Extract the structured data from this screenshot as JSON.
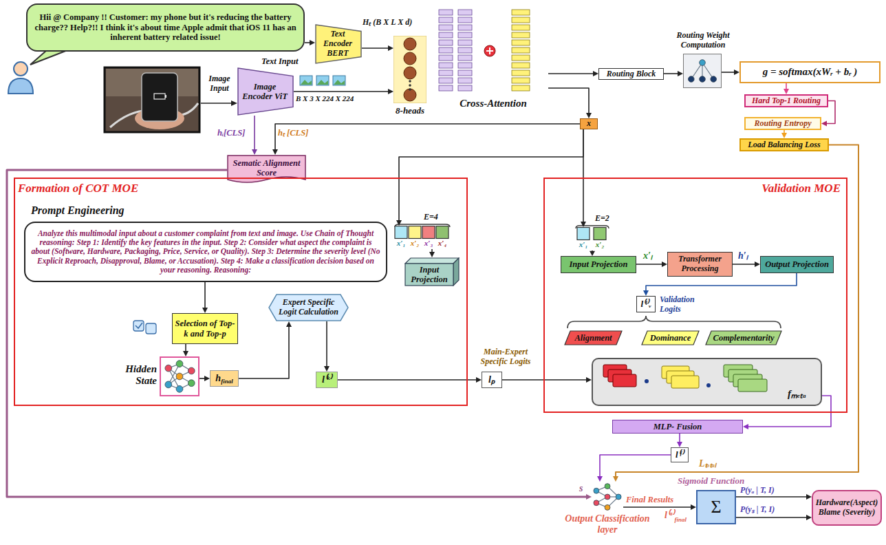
{
  "diagram": {
    "nodes": [
      {
        "text": [
          "Hii @ Company !! Customer: my phone but it's reducing the battery charge?? Help?!! I think it's about time Apple admit that iOS 11 has an inherent battery related issue!"
        ]
      },
      {
        "text": [
          "Text Encoder BERT"
        ]
      },
      {
        "text": [
          "Image Encoder ViT"
        ]
      },
      {
        "text": [
          "8-heads"
        ]
      },
      {
        "text": [
          "Cross-Attention"
        ]
      },
      {
        "text": [
          "Routing Block"
        ]
      },
      {
        "text": [
          "Routing Weight Computation"
        ]
      },
      {
        "text": [
          "g = softmax(xWᵣ + bᵣ )"
        ]
      },
      {
        "text": [
          "Hard Top-1 Routing"
        ]
      },
      {
        "text": [
          "Routing Entropy"
        ]
      },
      {
        "text": [
          "Load Balancing Loss"
        ]
      },
      {
        "text": [
          "x"
        ]
      },
      {
        "text": [
          "Sematic Alignment Score"
        ]
      },
      {
        "text": [
          "Formation of COT MOE"
        ]
      },
      {
        "text": [
          "Prompt Engineering",
          "Analyze this multimodal input about a customer complaint from text and image. Use Chain of Thought reasoning: Step 1: Identify the key features in the input. Step 2: Consider what aspect the complaint is about (Software, Hardware, Packaging, Price, Service, or Quality). Step 3: Determine the severity level (No Explicit Reproach, Disapproval, Blame, or Accusation). Step 4: Make a classification decision based on your reasoning. Reasoning:"
        ],
        "in": 13
      },
      {
        "text": [
          "E=4",
          "x′₁",
          "x′₂",
          "x′₃",
          "x′₄"
        ],
        "in": 13
      },
      {
        "text": [
          "Input Projection"
        ],
        "in": 13
      },
      {
        "text": [
          "Selection of Top-k and Top-p"
        ],
        "in": 13
      },
      {
        "text": [
          "Expert Specific Logit Calculation"
        ],
        "in": 13
      },
      {
        "text": [
          "Hidden State"
        ],
        "in": 13
      },
      {
        "text": [
          "h",
          "final"
        ],
        "in": 13
      },
      {
        "text": [
          "l⁽ᵏ⁾"
        ],
        "in": 13
      },
      {
        "text": [
          "Main-Expert Specific Logits",
          "lₚ"
        ]
      },
      {
        "text": [
          "Validation MOE"
        ]
      },
      {
        "text": [
          "E=2",
          "x′₁",
          "x′₂"
        ],
        "in": 23
      },
      {
        "text": [
          "Input Projection"
        ],
        "in": 23
      },
      {
        "text": [
          "Transformer Processing"
        ],
        "in": 23
      },
      {
        "text": [
          "Output Projection"
        ],
        "in": 23
      },
      {
        "text": [
          "l⁽ˡ⁾ᵥ",
          "Validation Logits"
        ],
        "in": 23
      },
      {
        "text": [
          "Alignment"
        ],
        "in": 23
      },
      {
        "text": [
          "Dominance"
        ],
        "in": 23
      },
      {
        "text": [
          "Complementarity"
        ],
        "in": 23
      },
      {
        "text": [
          "fₘₑₜₐ"
        ],
        "in": 23
      },
      {
        "text": [
          "MLP- Fusion"
        ]
      },
      {
        "text": [
          "l⁽ᶠ⁾"
        ]
      },
      {
        "text": [
          "Output Classification layer"
        ]
      },
      {
        "text": [
          "Σ"
        ]
      },
      {
        "text": [
          "Hardware(Aspect)",
          "Blame (Severity)"
        ]
      }
    ],
    "edges": [
      {
        "from": 0,
        "to": 1,
        "arrow": "to",
        "label": "Text Input"
      },
      {
        "from": 1,
        "to": 3,
        "arrow": "to",
        "label": "Hₜ (B X L X d)"
      },
      {
        "from": 2,
        "to": 3,
        "arrow": "to",
        "label": "B X 3 X 224 X 224"
      },
      {
        "from": 2,
        "to": 12,
        "arrow": "to",
        "label": "hᵢ[CLS]"
      },
      {
        "from": 11,
        "to": 12,
        "arrow": "to",
        "label": "hₜ [CLS]"
      },
      {
        "from": 4,
        "to": 11,
        "arrow": "to"
      },
      {
        "from": 4,
        "to": 5,
        "arrow": "to"
      },
      {
        "from": 5,
        "to": 6,
        "arrow": "to"
      },
      {
        "from": 6,
        "to": 7,
        "arrow": "to"
      },
      {
        "from": 7,
        "to": 8,
        "arrow": "to"
      },
      {
        "from": 8,
        "to": 9,
        "arrow": "to"
      },
      {
        "from": 9,
        "to": 10,
        "arrow": "to"
      },
      {
        "from": 10,
        "to": 35,
        "arrow": "to",
        "label": "Lₜₒₜₐₗ"
      },
      {
        "from": 11,
        "to": 15,
        "arrow": "to"
      },
      {
        "from": 11,
        "to": 24,
        "arrow": "to"
      },
      {
        "from": 12,
        "to": 35,
        "arrow": "to",
        "label": "s"
      },
      {
        "from": 14,
        "to": 17,
        "arrow": "to"
      },
      {
        "from": 17,
        "to": 19,
        "arrow": "to"
      },
      {
        "from": 19,
        "to": 20,
        "arrow": "to"
      },
      {
        "from": 20,
        "to": 18,
        "arrow": "to"
      },
      {
        "from": 18,
        "to": 21,
        "arrow": "to"
      },
      {
        "from": 21,
        "to": 22,
        "arrow": "to"
      },
      {
        "from": 22,
        "to": 32,
        "arrow": "to"
      },
      {
        "from": 15,
        "to": 16,
        "arrow": "to"
      },
      {
        "from": 24,
        "to": 25,
        "arrow": "to"
      },
      {
        "from": 25,
        "to": 26,
        "arrow": "to",
        "label": "x′ₗ"
      },
      {
        "from": 26,
        "to": 27,
        "arrow": "to",
        "label": "h′ₗ"
      },
      {
        "from": 27,
        "to": 28,
        "arrow": "to"
      },
      {
        "from": 32,
        "to": 33,
        "arrow": "to"
      },
      {
        "from": 33,
        "to": 34,
        "arrow": "to"
      },
      {
        "from": 34,
        "to": 35,
        "arrow": "to"
      },
      {
        "from": 35,
        "to": 36,
        "arrow": "to",
        "label": "Final Results"
      },
      {
        "from": 36,
        "to": 37,
        "arrow": "to",
        "label": "P(yₐ | T, I)"
      },
      {
        "from": 36,
        "to": 37,
        "arrow": "to",
        "label": "P(yₛ | T, I)"
      }
    ],
    "labels": [
      "Image Input",
      "Sigmoid Function",
      "l⁽ᵃ⁾",
      "final"
    ]
  }
}
